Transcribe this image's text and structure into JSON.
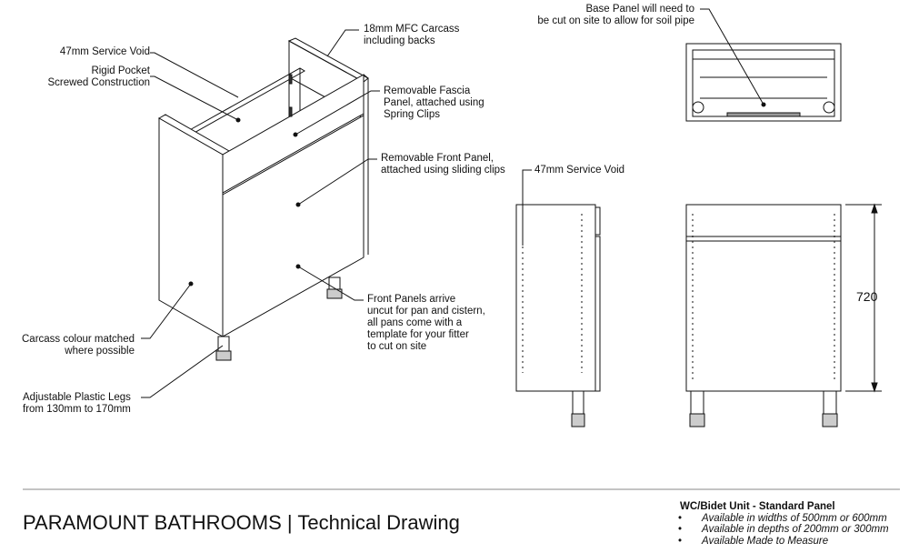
{
  "callouts": {
    "carcass": [
      "18mm MFC Carcass",
      "including backs"
    ],
    "service_void_iso": [
      "47mm Service Void"
    ],
    "rigid_pocket": [
      "Rigid Pocket",
      "Screwed Construction"
    ],
    "fascia": [
      "Removable Fascia",
      "Panel, attached using",
      "Spring Clips"
    ],
    "front_panel": [
      "Removable Front Panel,",
      "attached using sliding clips"
    ],
    "front_panels_arrive": [
      "Front Panels arrive",
      "uncut for pan and cistern,",
      "all pans come with a",
      "template for your fitter",
      "to cut on site"
    ],
    "carcass_colour": [
      "Carcass colour matched",
      "where possible"
    ],
    "legs": [
      "Adjustable Plastic Legs",
      "from 130mm to 170mm"
    ],
    "base_panel": [
      "Base Panel will need to",
      "be cut on site to allow for soil pipe"
    ],
    "service_void_side": [
      "47mm Service Void"
    ]
  },
  "dimension": "720",
  "footer": {
    "title": "PARAMOUNT BATHROOMS | Technical Drawing",
    "spec_title": "WC/Bidet Unit - Standard Panel",
    "bullet": "•",
    "spec_items": [
      "Available in widths of 500mm or 600mm",
      "Available in depths of 200mm or 300mm",
      "Available Made to Measure"
    ]
  }
}
